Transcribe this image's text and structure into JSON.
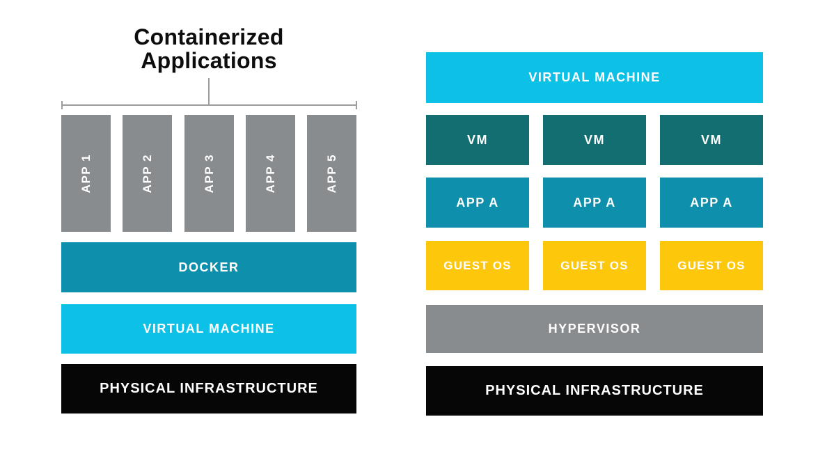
{
  "colors": {
    "teal": "#0e8fac",
    "cyan": "#0cc0e6",
    "dark_teal": "#136e72",
    "yellow": "#fdc70c",
    "gray": "#898c8e",
    "black": "#060606",
    "bracket_line": "#9a9c9e",
    "title_text": "#0d0d0d",
    "label_text": "#ffffff"
  },
  "left": {
    "title_line1": "Containerized",
    "title_line2": "Applications",
    "apps": [
      "APP 1",
      "APP 2",
      "APP 3",
      "APP 4",
      "APP 5"
    ],
    "docker_label": "DOCKER",
    "vm_label": "VIRTUAL MACHINE",
    "physical_label": "PHYSICAL INFRASTRUCTURE"
  },
  "right": {
    "vm_top_label": "VIRTUAL MACHINE",
    "vm_labels": [
      "VM",
      "VM",
      "VM"
    ],
    "app_labels": [
      "APP A",
      "APP A",
      "APP A"
    ],
    "guest_os_labels": [
      "GUEST OS",
      "GUEST OS",
      "GUEST OS"
    ],
    "hypervisor_label": "HYPERVISOR",
    "physical_label": "PHYSICAL INFRASTRUCTURE"
  }
}
